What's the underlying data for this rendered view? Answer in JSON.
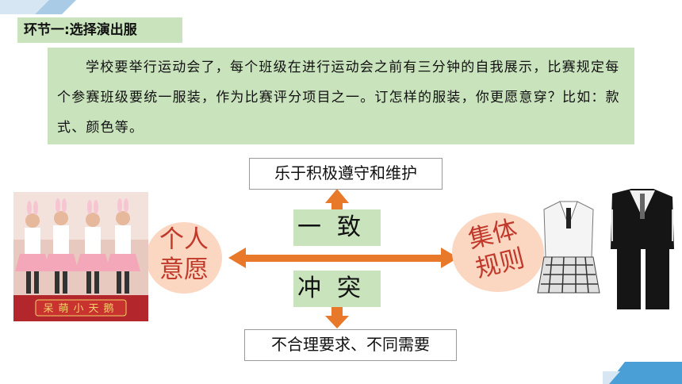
{
  "section": {
    "title": "环节一:选择演出服"
  },
  "intro": {
    "text": "学校要举行运动会了，每个班级在进行运动会之前有三分钟的自我展示，比赛规定每个参赛班级要统一服装，作为比赛评分项目之一。订怎样的服装，你更愿意穿？比如：款式、颜色等。"
  },
  "diagram": {
    "top_label": "乐于积极遵守和维护",
    "agree": "一致",
    "conflict": "冲突",
    "bottom_label": "不合理要求、不同需要",
    "left_node_line1": "个人",
    "left_node_line2": "意愿",
    "right_node_line1": "集体",
    "right_node_line2": "规则"
  },
  "photo": {
    "banner": "呆萌小天鹅"
  },
  "colors": {
    "green_box": "#c9e3bd",
    "arrow_orange": "#e8782a",
    "ellipse_fill": "#fbd6c0",
    "node_text": "#c0392b",
    "accent_blue": "#4a9fd6"
  }
}
